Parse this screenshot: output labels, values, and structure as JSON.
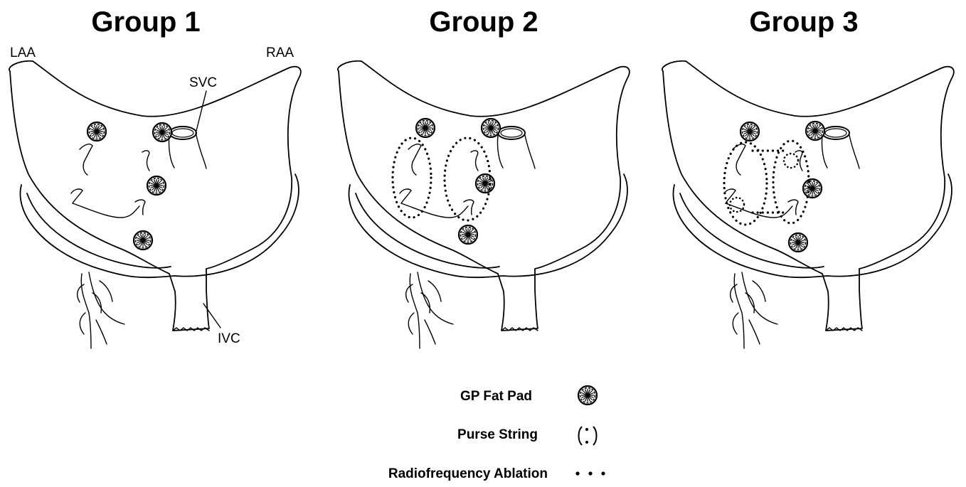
{
  "groups": [
    {
      "title": "Group 1"
    },
    {
      "title": "Group 2"
    },
    {
      "title": "Group 3"
    }
  ],
  "labels": {
    "laa": "LAA",
    "raa": "RAA",
    "svc": "SVC",
    "ivc": "IVC"
  },
  "legend": {
    "gp_fat_pad": "GP Fat Pad",
    "purse_string": "Purse String",
    "rf_ablation": "Radiofrequency Ablation"
  },
  "icons": {
    "gp": "gp-fat-pad-icon",
    "purse": "purse-string-icon",
    "rf": "rf-ablation-dots-icon"
  }
}
